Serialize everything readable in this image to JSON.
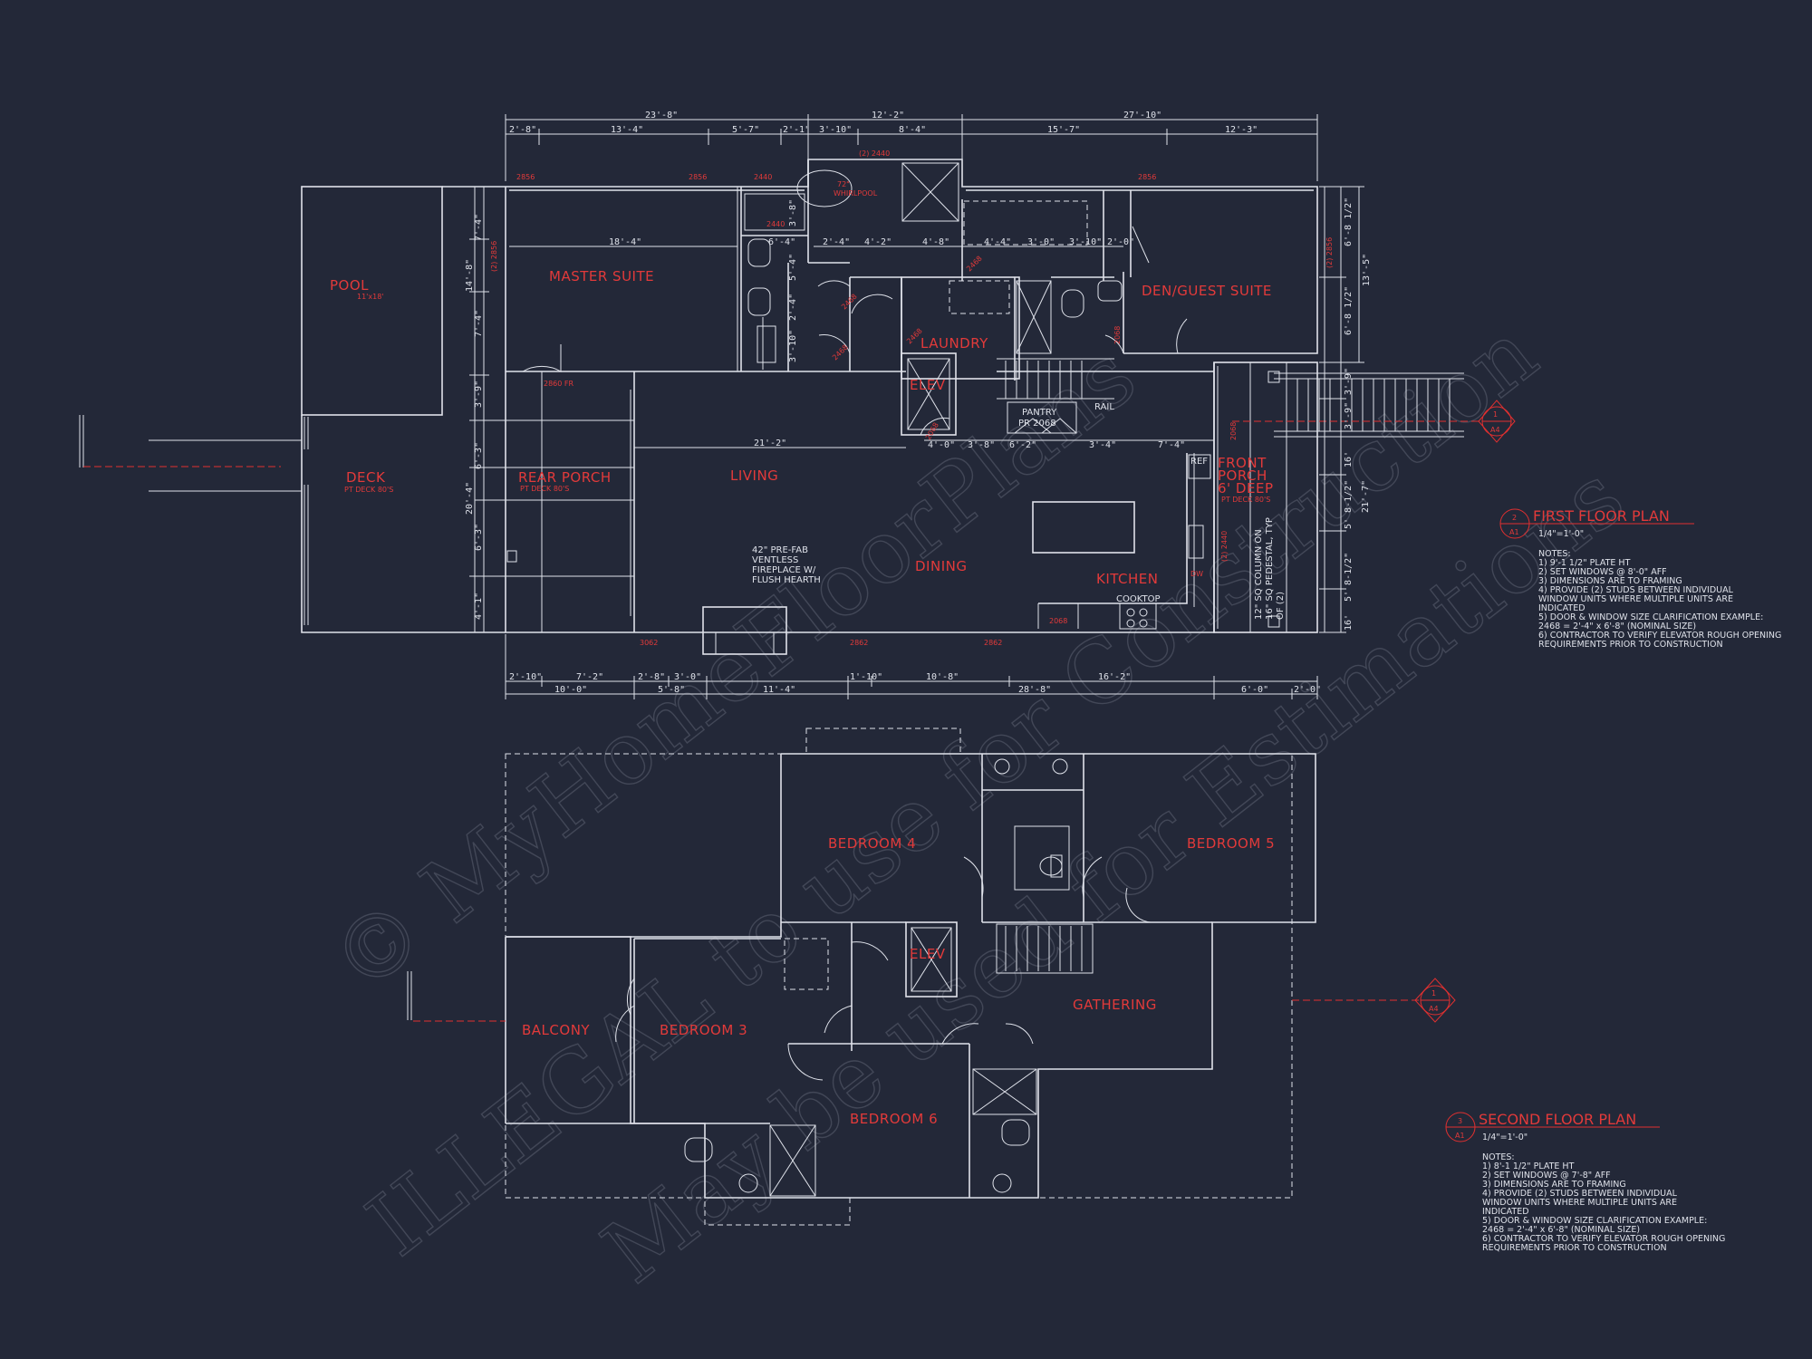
{
  "first_floor": {
    "top_dims_row1": [
      "23'-8\"",
      "12'-2\"",
      "27'-10\""
    ],
    "top_dims_row2": [
      "2'-8\"",
      "13'-4\"",
      "5'-7\"",
      "2'-1\"",
      "3'-10\"",
      "8'-4\"",
      "15'-7\"",
      "12'-3\""
    ],
    "bottom_dims_row1": [
      "2'-10\"",
      "7'-2\"",
      "2'-8\"",
      "3'-0\"",
      "1'-10\"",
      "10'-8\"",
      "16'-2\""
    ],
    "bottom_dims_row2": [
      "10'-0\"",
      "5'-8\"",
      "11'-4\"",
      "28'-8\"",
      "6'-0\"",
      "2'-0\""
    ],
    "left_dims": [
      "7'-4\"",
      "14'-8\"",
      "7'-4\"",
      "3'-9\"",
      "6'-3\"",
      "20'-4\"",
      "6'-3\"",
      "4'-1\""
    ],
    "right_dims": [
      "6'-8 1/2\"",
      "13'-5\"",
      "6'-8 1/2\"",
      "3'-9\"",
      "3'-9\"",
      "16'",
      "5' 8-1/2\"",
      "21'-7\"",
      "5' 8-1/2\"",
      "16'"
    ],
    "interior_dims": [
      "18'-4\"",
      "6'-4\"",
      "2'-4\"",
      "4'-2\"",
      "4'-8\"",
      "4'-4\"",
      "3'-0\"",
      "3'-10\"",
      "2'-0\"",
      "21'-2\"",
      "4'-0\"",
      "3'-8\"",
      "6'-2\"",
      "3'-4\"",
      "7'-4\"",
      "3'-10\"",
      "5'-4\"",
      "2'-4\"",
      "3'-8\""
    ],
    "rooms": {
      "pool": "POOL",
      "pool_sub": "11'x18'",
      "deck": "DECK",
      "deck_sub": "PT DECK 80'S",
      "master": "MASTER SUITE",
      "rear_porch": "REAR PORCH",
      "rear_porch_sub": "PT DECK 80'S",
      "living": "LIVING",
      "dining": "DINING",
      "kitchen": "KITCHEN",
      "laundry": "LAUNDRY",
      "elev": "ELEV",
      "den": "DEN/GUEST SUITE",
      "front_porch_1": "FRONT",
      "front_porch_2": "PORCH",
      "front_porch_3": "6' DEEP",
      "front_porch_sub": "PT DECK 80'S",
      "whirlpool_1": "72\"",
      "whirlpool_2": "WHIRLPOOL"
    },
    "labels": {
      "pantry": "PANTRY",
      "pantry_door": "PR 2068",
      "rail": "RAIL",
      "ref": "REF",
      "cooktop": "COOKTOP",
      "dw": "DW",
      "fireplace_1": "42\" PRE-FAB",
      "fireplace_2": "VENTLESS",
      "fireplace_3": "FIREPLACE W/",
      "fireplace_4": "FLUSH HEARTH",
      "column_1": "12\" SQ COLUMN ON",
      "column_2": "16\" SQ PEDESTAL, TYP",
      "column_3": "OF (2)"
    },
    "window_tags": [
      "2856",
      "2856",
      "2440",
      "(2) 2440",
      "2856",
      "(2) 2856",
      "(2) 2856",
      "2860 FR",
      "3062",
      "2862",
      "2862",
      "(2) 2440",
      "2440",
      "2468",
      "2468",
      "2468",
      "2068",
      "2468",
      "2068",
      "2068",
      "2068"
    ],
    "plan_title": "FIRST FLOOR PLAN",
    "plan_num": "2",
    "plan_sheet": "A1",
    "scale": "1/4\"=1'-0\"",
    "notes": [
      "NOTES:",
      "1) 9'-1 1/2\" PLATE HT",
      "2) SET WINDOWS @ 8'-0\" AFF",
      "3) DIMENSIONS ARE TO FRAMING",
      "4) PROVIDE (2) STUDS BETWEEN INDIVIDUAL",
      "     WINDOW UNITS WHERE MULTIPLE UNITS ARE",
      "INDICATED",
      "5) DOOR & WINDOW SIZE CLARIFICATION EXAMPLE:",
      "     2468 = 2'-4\" x 6'-8\" (NOMINAL SIZE)",
      "6) CONTRACTOR TO VERIFY ELEVATOR ROUGH OPENING",
      "     REQUIREMENTS PRIOR TO CONSTRUCTION"
    ],
    "section_num": "1",
    "section_sheet": "A4"
  },
  "second_floor": {
    "rooms": {
      "bed4": "BEDROOM 4",
      "bed5": "BEDROOM 5",
      "bed3": "BEDROOM 3",
      "bed6": "BEDROOM 6",
      "balcony": "BALCONY",
      "elev": "ELEV",
      "gathering": "GATHERING"
    },
    "plan_title": "SECOND FLOOR PLAN",
    "plan_num": "3",
    "plan_sheet": "A1",
    "scale": "1/4\"=1'-0\"",
    "notes": [
      "NOTES:",
      "1) 8'-1 1/2\" PLATE HT",
      "2) SET WINDOWS @ 7'-8\" AFF",
      "3) DIMENSIONS ARE TO FRAMING",
      "4) PROVIDE (2) STUDS BETWEEN INDIVIDUAL",
      "     WINDOW UNITS WHERE MULTIPLE UNITS ARE",
      "INDICATED",
      "5) DOOR & WINDOW SIZE CLARIFICATION EXAMPLE:",
      "     2468 = 2'-4\" x 6'-8\" (NOMINAL SIZE)",
      "6) CONTRACTOR TO VERIFY ELEVATOR ROUGH OPENING",
      "     REQUIREMENTS PRIOR TO CONSTRUCTION"
    ],
    "section_num": "1",
    "section_sheet": "A4"
  },
  "watermark": {
    "line1": "© MyHomeFloorPlans",
    "line2": "ILLEGAL to use for Construction",
    "line3": "May be used for Estimations"
  },
  "colors": {
    "background": "#232838",
    "linework": "#dfe2ea",
    "annotation_red": "#e23a3a"
  }
}
